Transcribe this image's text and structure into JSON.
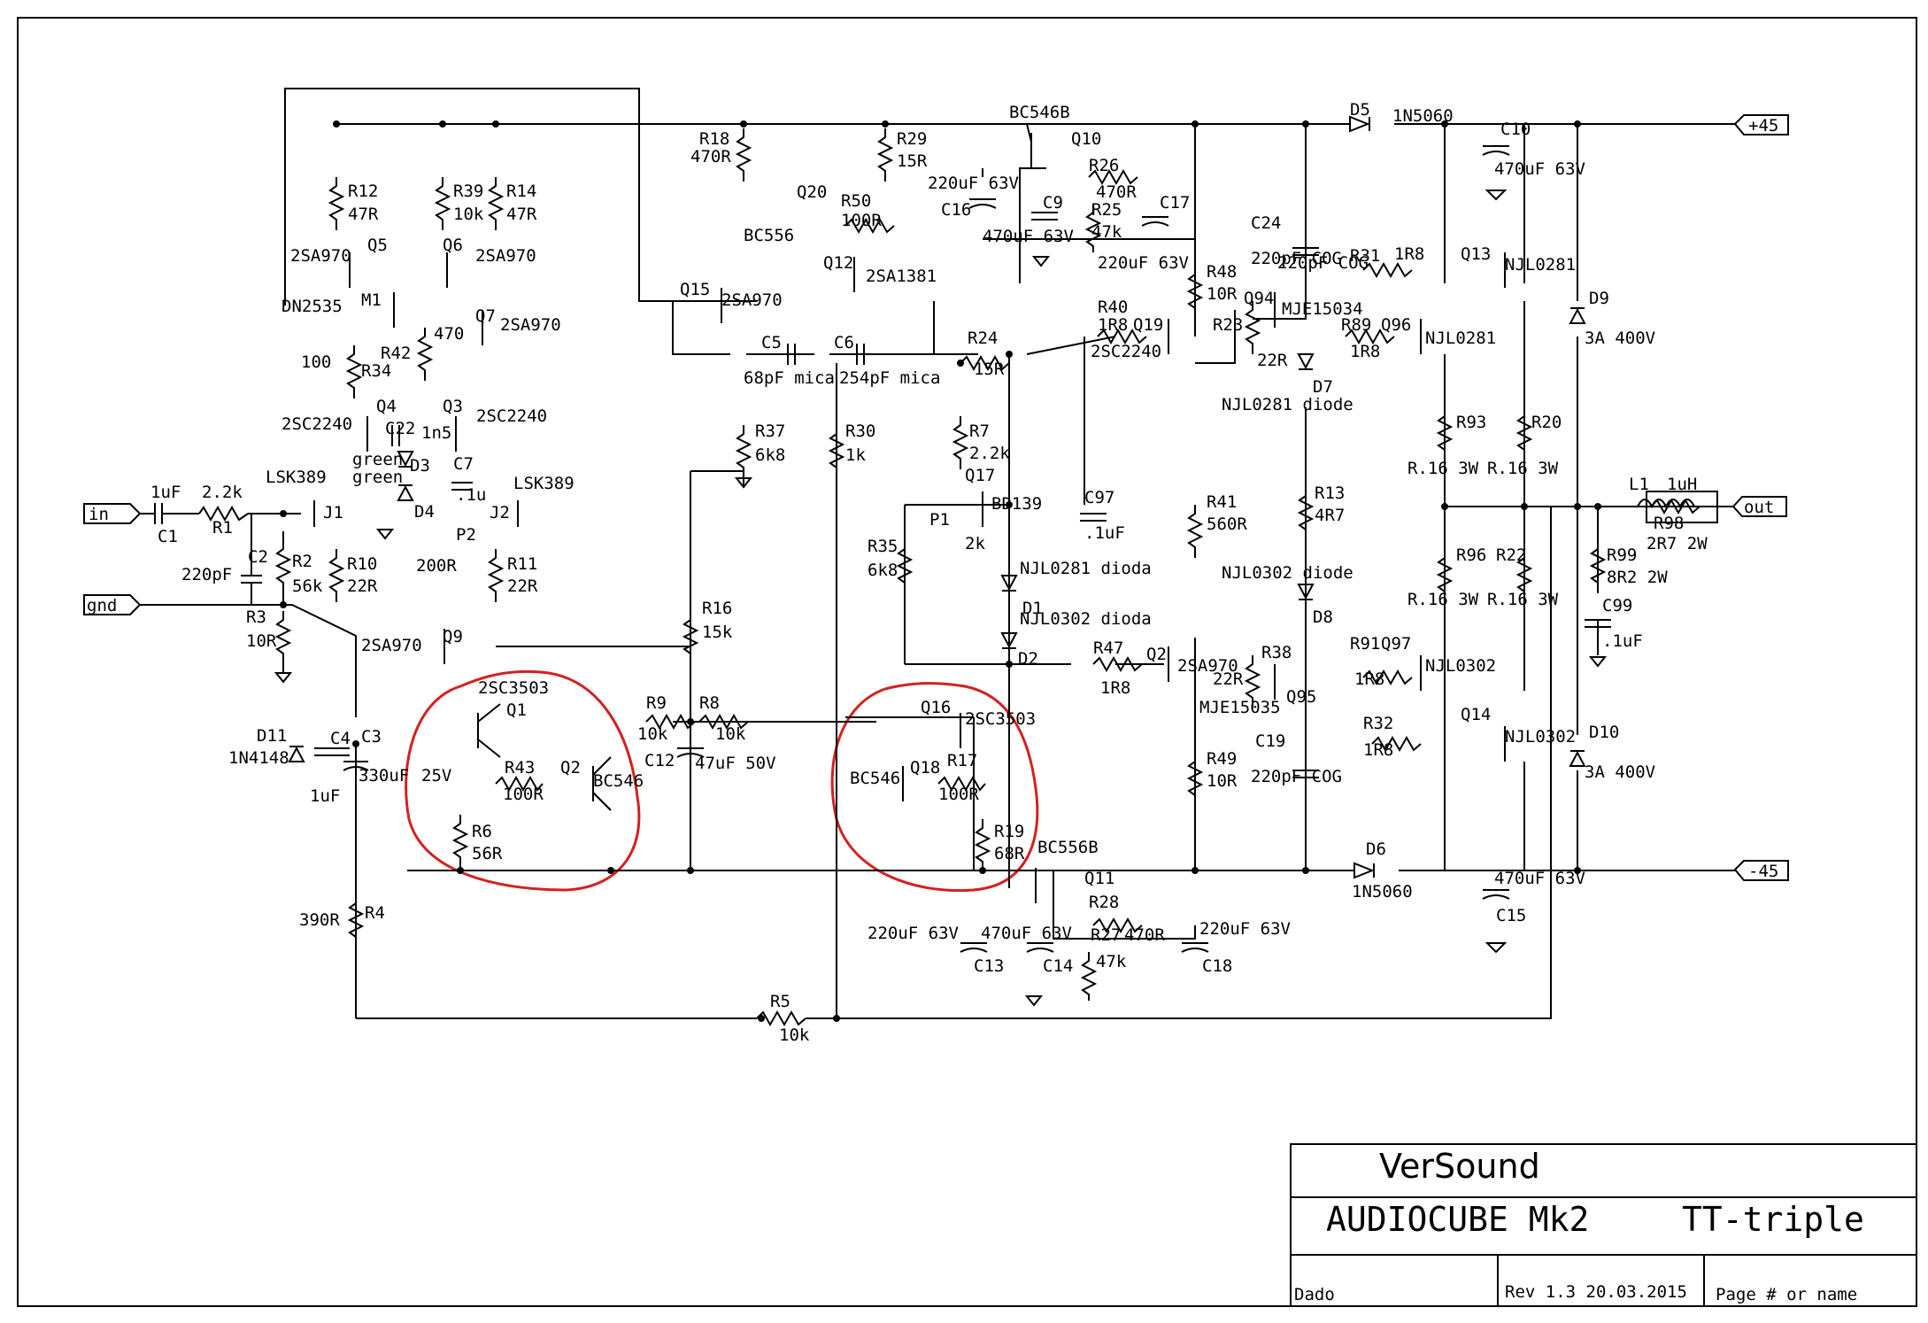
{
  "title_block": {
    "company": "VerSound",
    "project": "AUDIOCUBE Mk2",
    "variant": "TT-triple",
    "author": "Dado",
    "revision": "Rev 1.3  20.03.2015",
    "page": "Page # or name"
  },
  "ports": {
    "in": "in",
    "gnd": "gnd",
    "vpos": "+45",
    "vneg": "-45",
    "out": "out"
  },
  "labels": {
    "c1": "C1",
    "c1v": "1uF",
    "r1": "R1",
    "r1v": "2.2k",
    "c2": "C2",
    "c2v": "220pF",
    "r2": "R2",
    "r2v": "56k",
    "r3": "R3",
    "r3v": "10R",
    "j1": "J1",
    "j1t": "LSK389",
    "j2": "J2",
    "j2t": "LSK389",
    "r10": "R10",
    "r10v": "22R",
    "r11": "R11",
    "r11v": "22R",
    "p2": "P2",
    "p2v": "200R",
    "q4": "Q4",
    "q4t": "2SC2240",
    "q3": "Q3",
    "q3t": "2SC2240",
    "c22": "C22",
    "c22v": "1n5",
    "d3": "D3",
    "d4": "D4",
    "green1": "green",
    "green2": "green",
    "c7": "C7",
    "c7v": ".1u",
    "r12": "R12",
    "r12v": "47R",
    "r39": "R39",
    "r39v": "10k",
    "r14": "R14",
    "r14v": "47R",
    "q5": "Q5",
    "q5t": "2SA970",
    "q6": "Q6",
    "q6t": "2SA970",
    "q7": "Q7",
    "q7t": "2SA970",
    "m1": "M1",
    "m1t": "DN2535",
    "r42": "R42",
    "r42v": "470",
    "r34": "R34",
    "r34v": "100",
    "q9": "Q9",
    "q9t": "2SA970",
    "d11": "D11",
    "d11t": "1N4148",
    "c4": "C4",
    "c4v": "1uF",
    "c3": "C3",
    "c3v": "330uF",
    "c3vv": "25V",
    "r4": "R4",
    "r4v": "390R",
    "q1": "Q1",
    "q1t": "2SC3503",
    "q2": "Q2",
    "q2t": "BC546",
    "r43": "R43",
    "r43v": "100R",
    "r6": "R6",
    "r6v": "56R",
    "r9": "R9",
    "r9v": "10k",
    "r8": "R8",
    "r8v": "10k",
    "c12": "C12",
    "c12v": "47uF 50V",
    "r16": "R16",
    "r16v": "15k",
    "r5": "R5",
    "r5v": "10k",
    "r18": "R18",
    "r18v": "470R",
    "q15": "Q15",
    "q15t": "2SA970",
    "q20": "Q20",
    "q20t": "BC556",
    "r50": "R50",
    "r50v": "100R",
    "q12": "Q12",
    "q12t": "2SA1381",
    "r29": "R29",
    "r29v": "15R",
    "c5": "C5",
    "c5v": "68pF mica",
    "c6": "C6",
    "c6v": "254pF mica",
    "r37": "R37",
    "r37v": "6k8",
    "r30": "R30",
    "r30v": "1k",
    "q16": "Q16",
    "q16t": "2SC3503",
    "q18": "Q18",
    "q18t": "BC546",
    "r17": "R17",
    "r17v": "100R",
    "r19": "R19",
    "r19v": "68R",
    "q10": "Q10",
    "q10t": "BC546B",
    "c16": "C16",
    "c16v": "220uF 63V",
    "c9": "C9",
    "c9v": "470uF 63V",
    "r26": "R26",
    "r26v": "470R",
    "r25": "R25",
    "r25v": "47k",
    "c17": "C17",
    "c17v": "220uF 63V",
    "r24": "R24",
    "r24v": "15R",
    "r7": "R7",
    "r7v": "2.2k",
    "q17": "Q17",
    "q17t": "BD139",
    "p1": "P1",
    "p1v": "2k",
    "r35": "R35",
    "r35v": "6k8",
    "c97": "C97",
    "c97v": ".1uF",
    "d1": "D1",
    "d1t": "NJL0281 dioda",
    "d2": "D2",
    "d2t": "NJL0302 dioda",
    "q11": "Q11",
    "q11t": "BC556B",
    "c13": "C13",
    "c13v": "220uF 63V",
    "c14": "C14",
    "c14v": "470uF 63V",
    "r28": "R28",
    "r28v": "470R",
    "r27": "R27",
    "r27v": "47k",
    "c18": "C18",
    "c18v": "220uF 63V",
    "r40": "R40",
    "r40v": "1R8",
    "q19": "Q19",
    "q19t": "2SC2240",
    "r48": "R48",
    "r48v": "10R",
    "r41": "R41",
    "r41v": "560R",
    "r47": "R47",
    "r47v": "1R8",
    "q2b": "Q2",
    "q2bt": "2SA970",
    "r49": "R49",
    "r49v": "10R",
    "c24": "C24",
    "c24v": "220pF COG",
    "q94": "Q94",
    "q94t": "MJE15034",
    "r23": "R23",
    "r23v": "22R",
    "d7": "D7",
    "d7t": "NJL0281 diode",
    "r13": "R13",
    "r13v": "4R7",
    "d8": "D8",
    "d8t": "NJL0302 diode",
    "r38": "R38",
    "r38v": "22R",
    "q95": "Q95",
    "q95t": "MJE15035",
    "c19": "C19",
    "c19v": "220pF COG",
    "r31": "R31",
    "r31v": "1R8",
    "r89": "R89",
    "r89v": "1R8",
    "q96": "Q96",
    "q96t": "NJL0281",
    "q13": "Q13",
    "q13t": "NJL0281",
    "r93": "R93",
    "r93v": "R.16 3W",
    "r20": "R20",
    "r20v": "R.16 3W",
    "r91": "R91",
    "r91v": "1R8",
    "q97": "Q97",
    "q97t": "NJL0302",
    "r32": "R32",
    "r32v": "1R8",
    "q14": "Q14",
    "q14t": "NJL0302",
    "r96": "R96",
    "r96v": "R.16 3W",
    "r22": "R22",
    "r22v": "R.16 3W",
    "d5": "D5",
    "d5t": "1N5060",
    "d6": "D6",
    "d6t": "1N5060",
    "c10": "C10",
    "c10v": "470uF 63V",
    "c15": "C15",
    "c15v": "470uF 63V",
    "d9": "D9",
    "d9t": "3A 400V",
    "d10": "D10",
    "d10t": "3A 400V",
    "l1": "L1",
    "l1v": "1uH",
    "r98": "R98",
    "r98v": "2R7 2W",
    "r99": "R99",
    "r99v": "8R2 2W",
    "c99": "C99",
    "c99v": ".1uF"
  }
}
